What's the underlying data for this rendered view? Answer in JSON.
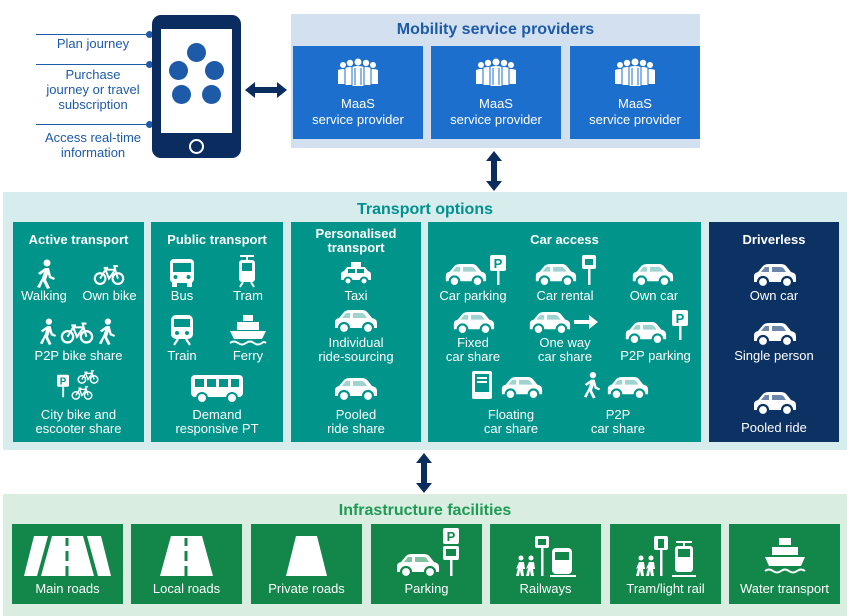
{
  "phone": {
    "labels": [
      "Plan journey",
      "Purchase journey or travel subscription",
      "Access real-time information"
    ],
    "label_lines": [
      [
        "Plan journey"
      ],
      [
        "Purchase",
        "journey or travel",
        "subscription"
      ],
      [
        "Access real-time",
        "information"
      ]
    ]
  },
  "mobility": {
    "title": "Mobility service providers",
    "providers": [
      {
        "line1": "MaaS",
        "line2": "service provider"
      },
      {
        "line1": "MaaS",
        "line2": "service provider"
      },
      {
        "line1": "MaaS",
        "line2": "service provider"
      }
    ]
  },
  "transport": {
    "title": "Transport options",
    "active": {
      "title": "Active transport",
      "walking": "Walking",
      "own_bike": "Own bike",
      "p2p_bike": "P2P bike share",
      "city_bike_1": "City bike and",
      "city_bike_2": "escooter share"
    },
    "public": {
      "title": "Public transport",
      "bus": "Bus",
      "tram": "Tram",
      "train": "Train",
      "ferry": "Ferry",
      "demand_1": "Demand",
      "demand_2": "responsive PT"
    },
    "personalised": {
      "title_1": "Personalised",
      "title_2": "transport",
      "taxi": "Taxi",
      "individual_1": "Individual",
      "individual_2": "ride-sourcing",
      "pooled_1": "Pooled",
      "pooled_2": "ride share"
    },
    "car": {
      "title": "Car access",
      "parking": "Car parking",
      "rental": "Car rental",
      "own": "Own car",
      "fixed_1": "Fixed",
      "fixed_2": "car share",
      "oneway_1": "One way",
      "oneway_2": "car share",
      "p2p_parking": "P2P parking",
      "floating_1": "Floating",
      "floating_2": "car share",
      "p2p_1": "P2P",
      "p2p_2": "car share"
    },
    "driverless": {
      "title": "Driverless",
      "own_car": "Own car",
      "single": "Single person",
      "pooled": "Pooled ride"
    }
  },
  "infrastructure": {
    "title": "Infrastructure facilities",
    "items": [
      "Main roads",
      "Local roads",
      "Private roads",
      "Parking",
      "Railways",
      "Tram/light rail",
      "Water transport"
    ]
  },
  "icons": {
    "phone": "smartphone-icon",
    "arrows": "double-arrow-icon",
    "people": "people-group-icon",
    "car": "car-icon",
    "parking": "parking-sign-icon"
  },
  "colors": {
    "navy": "#0c3264",
    "blue": "#1d6fce",
    "teal": "#00948b",
    "green": "#13864a",
    "light_blue": "#d3e0f0",
    "light_teal": "#d7ecec",
    "light_green": "#d9ede0"
  }
}
